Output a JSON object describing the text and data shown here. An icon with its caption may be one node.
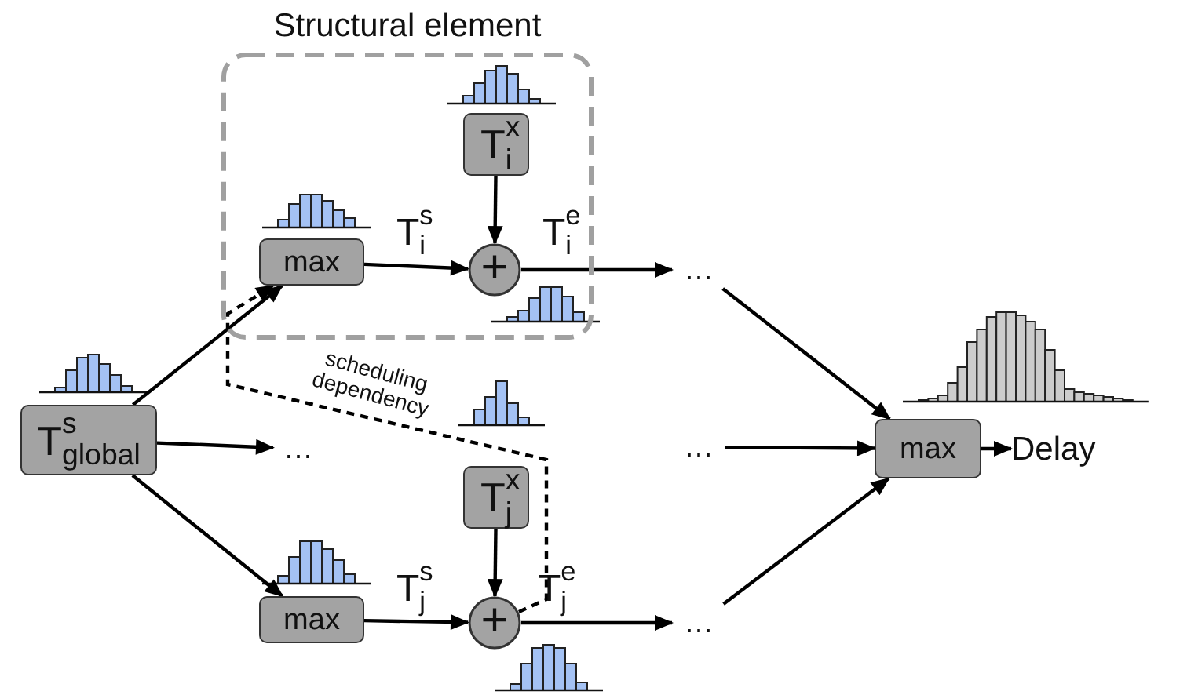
{
  "diagram": {
    "nodes": [
      {
        "text": [
          "Structural element"
        ]
      },
      {
        "text": [
          "max"
        ],
        "in": 0
      },
      {
        "text": [
          "T$^{x}$$_{i}$"
        ],
        "in": 0
      },
      {
        "text": [
          "+"
        ],
        "in": 0
      },
      {
        "text": [
          "…"
        ]
      },
      {
        "text": [
          "T$^{s}$$_{global}$"
        ]
      },
      {
        "text": [
          "…"
        ]
      },
      {
        "text": [
          "T$^{x}$$_{j}$"
        ]
      },
      {
        "text": [
          "…"
        ]
      },
      {
        "text": [
          "max"
        ]
      },
      {
        "text": [
          "Delay"
        ]
      },
      {
        "text": [
          "max"
        ]
      },
      {
        "text": [
          "+"
        ]
      },
      {
        "text": [
          "…"
        ]
      }
    ],
    "edges": [
      {
        "from": 5,
        "to": 1,
        "arrow": "to"
      },
      {
        "from": 5,
        "to": 6,
        "arrow": "to"
      },
      {
        "from": 5,
        "to": 11,
        "arrow": "to"
      },
      {
        "from": 1,
        "to": 3,
        "arrow": "to",
        "label": "T$^{s}$$_{i}$"
      },
      {
        "from": 2,
        "to": 3,
        "arrow": "to"
      },
      {
        "from": 3,
        "to": 4,
        "arrow": "to",
        "label": "T$^{e}$$_{i}$"
      },
      {
        "from": 12,
        "to": 1,
        "arrow": "to",
        "label": "scheduling dependency",
        "style": "dashed"
      },
      {
        "from": 11,
        "to": 12,
        "arrow": "to",
        "label": "T$^{s}$$_{j}$"
      },
      {
        "from": 7,
        "to": 12,
        "arrow": "to"
      },
      {
        "from": 12,
        "to": 13,
        "arrow": "to",
        "label": "T$^{e}$$_{j}$"
      },
      {
        "from": 4,
        "to": 9,
        "arrow": "to"
      },
      {
        "from": 8,
        "to": 9,
        "arrow": "to"
      },
      {
        "from": 13,
        "to": 9,
        "arrow": "to"
      },
      {
        "from": 9,
        "to": 10,
        "arrow": "to"
      }
    ]
  }
}
